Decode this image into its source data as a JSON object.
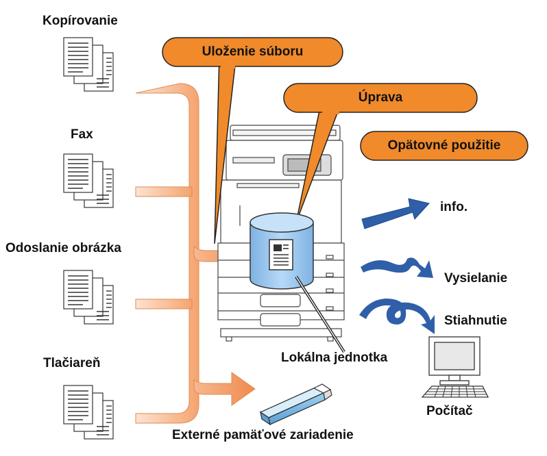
{
  "sources": [
    {
      "label": "Kopírovanie"
    },
    {
      "label": "Fax"
    },
    {
      "label": "Odoslanie obrázka"
    },
    {
      "label": "Tlačiareň"
    }
  ],
  "callouts": {
    "save": "Uloženie súboru",
    "edit": "Úprava",
    "reuse": "Opätovné použitie"
  },
  "outputs": {
    "info": "info.",
    "send": "Vysielanie",
    "download": "Stiahnutie"
  },
  "local_drive": "Lokálna jednotka",
  "computer": "Počítač",
  "external_storage": "Externé pamäťové zariadenie",
  "colors": {
    "callout_fill": "#f08a2a",
    "callout_stroke": "#222222",
    "flow_arrow": "#f4a66f",
    "drive_fill": "#9dc8ee",
    "blue_arrow": "#2f5fa8"
  }
}
